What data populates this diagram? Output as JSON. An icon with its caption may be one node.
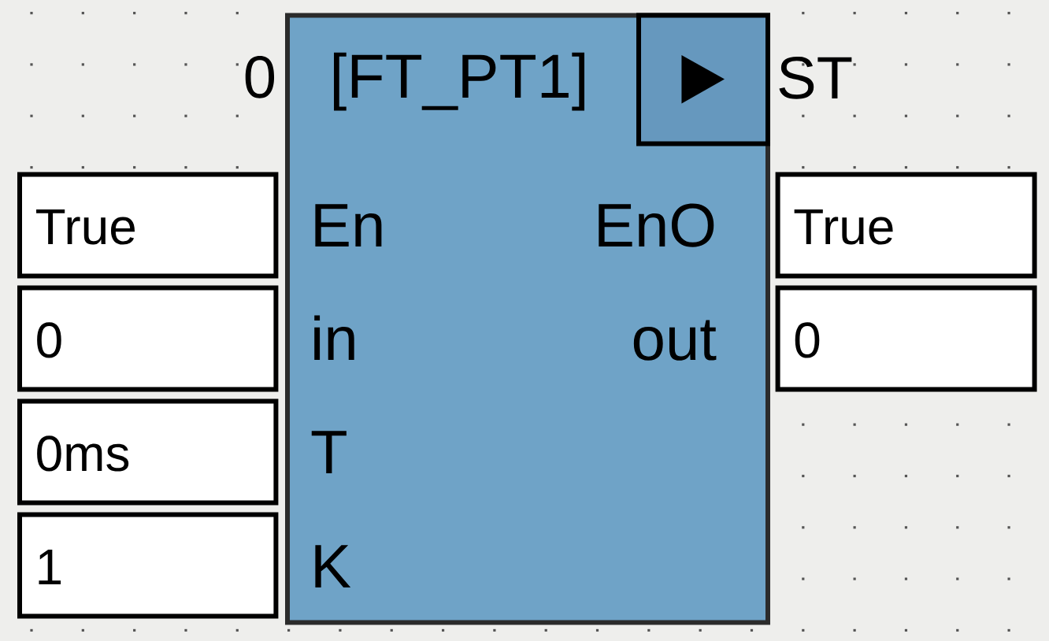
{
  "diagram": {
    "nodes": [
      {
        "text": [
          "[FT_PT1]",
          "En",
          "EnO",
          "in",
          "out",
          "T",
          "K"
        ],
        "beside": [
          "0",
          "ST"
        ]
      },
      {
        "text": [
          "True"
        ]
      },
      {
        "text": [
          "0"
        ]
      },
      {
        "text": [
          "0ms"
        ]
      },
      {
        "text": [
          "1"
        ]
      },
      {
        "text": [
          "True"
        ]
      },
      {
        "text": [
          "0"
        ]
      }
    ]
  }
}
